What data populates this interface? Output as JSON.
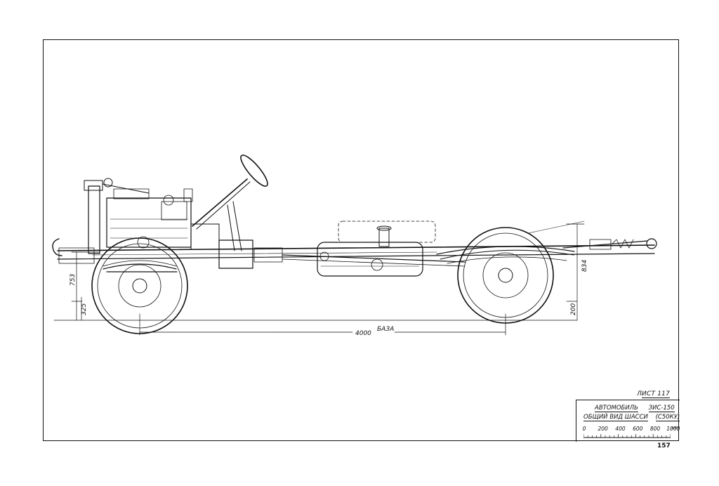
{
  "drawing": {
    "subject": "chassis-side-elevation",
    "dimensions": {
      "front_height_1": "753",
      "front_height_2": "325",
      "rear_height_1": "834",
      "rear_height_2": "200",
      "wheelbase_value": "4000",
      "wheelbase_label": "БАЗА"
    }
  },
  "sheet_label": "ЛИСТ 117",
  "title_block": {
    "line1_prefix": "АВТОМОБИЛЬ",
    "line1_model": "ЗИС-150",
    "line2_prefix": "ОБЩИЙ ВИД ШАССИ",
    "line2_code": "(С50КУ)",
    "scale_ticks": [
      "0",
      "200",
      "400",
      "600",
      "800",
      "1000"
    ],
    "scale_unit": "мм"
  },
  "page_number": "157"
}
